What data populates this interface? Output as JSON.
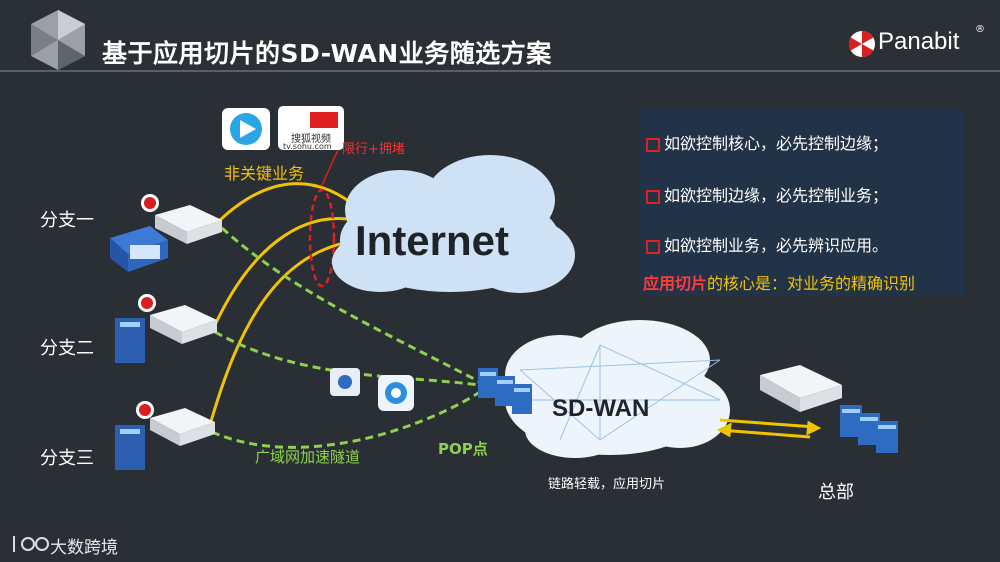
{
  "slide": {
    "title": "基于应用切片的SD-WAN业务随选方案"
  },
  "brand": {
    "name": "Panabit",
    "mark": "®"
  },
  "nodes": {
    "branch1": "分支一",
    "branch2": "分支二",
    "branch3": "分支三",
    "internet": "Internet",
    "sdwan": "SD-WAN",
    "hq": "总部",
    "pop": "POP点"
  },
  "labels": {
    "non_key_business": "非关键业务",
    "rate_limit": "限行+拥堵",
    "wan_tunnel": "广域网加速隧道",
    "link_balance": "链路轻载，应用切片",
    "sohu_top": "搜狐视频",
    "sohu_url": "tv.sohu.com"
  },
  "panel": {
    "items": [
      "如欲控制核心，必先控制边缘；",
      "如欲控制边缘，必先控制业务；",
      "如欲控制业务，必先辨识应用。"
    ],
    "core_highlight": "应用切片",
    "core_rest": "的核心是：对业务的精确识别"
  },
  "watermark": {
    "text": "大数跨境"
  },
  "colors": {
    "internet_link": "#f2c300",
    "tunnel": "#8fd14f",
    "alert": "#e02020",
    "panel_bg": "#223247"
  }
}
